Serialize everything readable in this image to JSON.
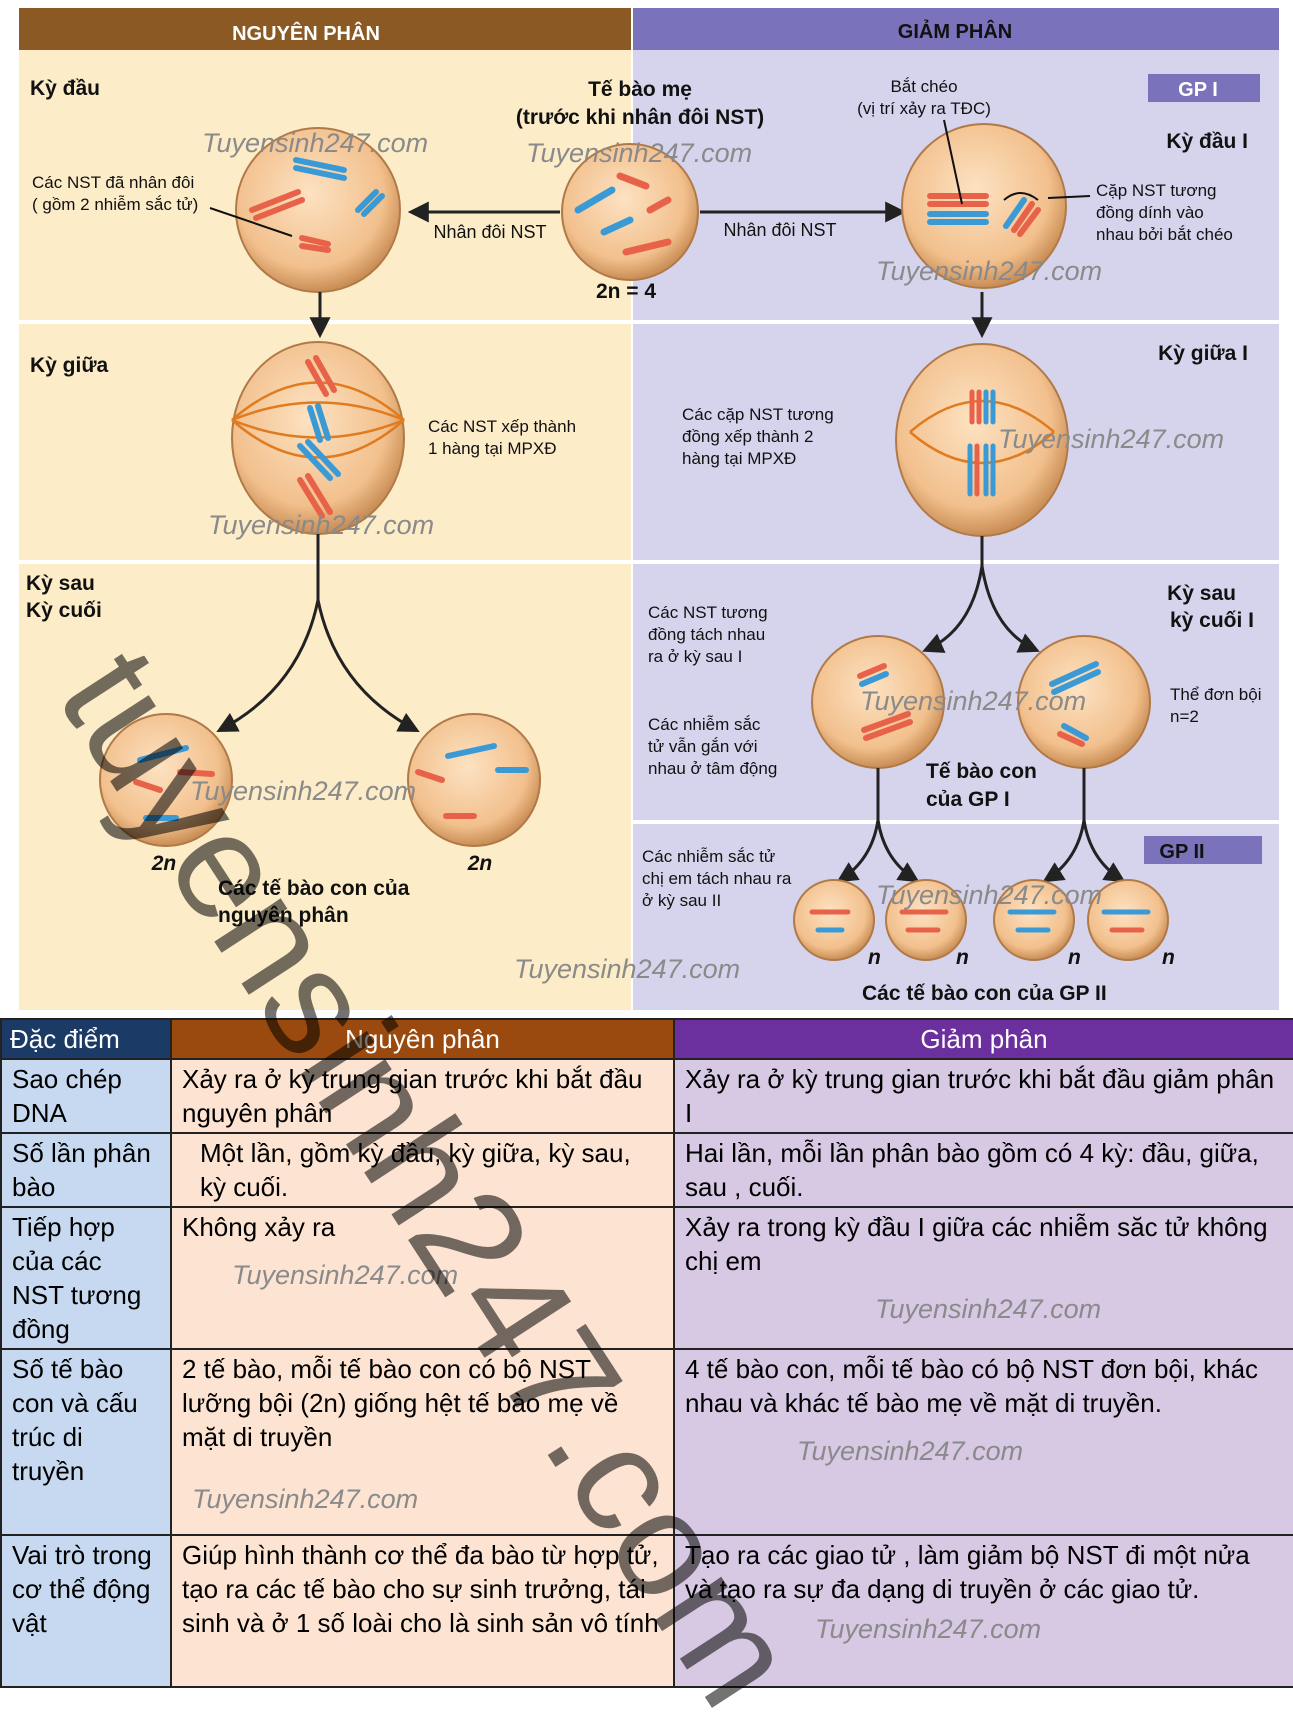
{
  "headers": {
    "mitosis": "NGUYÊN PHÂN",
    "meiosis": "GIẢM PHÂN"
  },
  "stages": {
    "prophase": "Kỳ đầu",
    "metaphase": "Kỳ giữa",
    "anaphase": "Kỳ sau",
    "telophase": "Kỳ cuối",
    "gp1_badge": "GP I",
    "prophase1": "Kỳ đầu I",
    "metaphase1": "Kỳ giữa I",
    "anaphase1": "Kỳ sau",
    "telophase1": "kỳ cuối I",
    "gp2_badge": "GP II"
  },
  "labels": {
    "parent_cell_1": "Tế bào mẹ",
    "parent_cell_2": "(trước khi nhân đôi NST)",
    "ploidy_parent": "2n = 4",
    "dup_left": "Nhân đôi NST",
    "dup_right": "Nhân đôi NST",
    "duplicated_1": "Các NST đã nhân đôi",
    "duplicated_2": "( gồm 2 nhiễm sắc tử)",
    "crossing_1": "Bắt chéo",
    "crossing_2": "(vị trí xảy ra TĐC)",
    "homolog_pair_1": "Cặp NST tương",
    "homolog_pair_2": "đồng dính vào",
    "homolog_pair_3": "nhau bởi bắt chéo",
    "mito_align_1": "Các NST xếp thành",
    "mito_align_2": "1 hàng tại MPXĐ",
    "meio_align_1": "Các cặp NST tương",
    "meio_align_2": "đồng xếp thành 2",
    "meio_align_3": "hàng tại MPXĐ",
    "separate_1": "Các NST tương",
    "separate_2": "đồng tách nhau",
    "separate_3": "ra ở kỳ sau I",
    "sister_1": "Các nhiễm sắc",
    "sister_2": "tử vẫn gắn với",
    "sister_3": "nhau ở tâm động",
    "haploid_1": "Thể đơn bội",
    "haploid_2": "n=2",
    "gp1_cells_1": "Tế bào con",
    "gp1_cells_2": "của GP I",
    "sister_sep_1": "Các nhiễm sắc tử",
    "sister_sep_2": "chị em tách nhau ra",
    "sister_sep_3": "ở kỳ sau II",
    "ploidy_2n": "2n",
    "ploidy_n": "n",
    "mito_daughters_1": "Các tế bào con của",
    "mito_daughters_2": "nguyên phân",
    "gp2_daughters": "Các tế bào con của GP II"
  },
  "watermark": "Tuyensinh247.com",
  "big_watermark": "tuyensinh247.com",
  "table": {
    "columns": [
      "Đặc điểm",
      "Nguyên phân",
      "Giảm phân"
    ],
    "rows": [
      {
        "feature": "Sao chép DNA",
        "mitosis": "Xảy ra ở kỳ trung gian trước khi bắt đầu nguyên phân",
        "meiosis": "Xảy ra ở kỳ trung gian trước khi bắt đầu giảm phân I"
      },
      {
        "feature": "Số lần phân bào",
        "mitosis": "Một lần, gồm kỳ đầu, kỳ giữa, kỳ sau, kỳ cuối.",
        "meiosis": "Hai lần, mỗi lần phân bào gồm có 4 kỳ: đầu, giữa, sau , cuối."
      },
      {
        "feature": "Tiếp hợp của các NST tương đồng",
        "mitosis": "Không xảy ra",
        "meiosis": "Xảy ra trong kỳ đầu I giữa các nhiễm săc tử không chị em"
      },
      {
        "feature": "Số tế bào con và cấu trúc di truyền",
        "mitosis": "2 tế bào, mỗi tế bào con có bộ NST lưỡng bội (2n) giống hệt tế bào mẹ về mặt di truyền",
        "meiosis": "4 tế bào con, mỗi tế bào có bộ NST đơn bội, khác nhau và khác tế bào mẹ về mặt di truyền."
      },
      {
        "feature": "Vai trò trong cơ thể động vật",
        "mitosis": "Giúp hình thành cơ thể đa bào từ hợp tử, tạo ra các tế bào cho sự sinh trưởng, tái sinh và ở 1 số loài cho là sinh sản vô tính",
        "meiosis": "Tạo ra các giao tử , làm giảm bộ NST đi một nửa và tạo ra sự đa dạng di truyền ở các giao tử."
      }
    ]
  },
  "colors": {
    "mitosis_header": "#8b5a24",
    "meiosis_header": "#7a72ba",
    "mitosis_bg": "#fcecc8",
    "meiosis_bg": "#d6d4ec",
    "cell_fill": "#f4c79a",
    "chromosome_red": "#e8624a",
    "chromosome_blue": "#3a9ad6",
    "spindle": "#e07b1f"
  }
}
